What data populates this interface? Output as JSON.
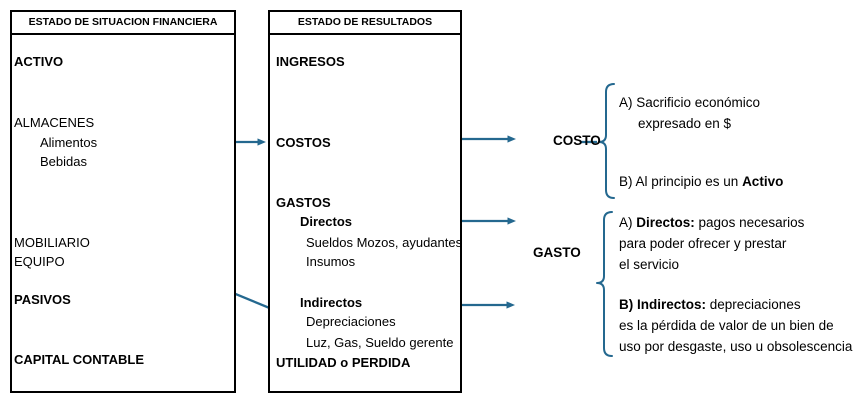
{
  "colors": {
    "accent_blue": "#24688F",
    "border_black": "#000000",
    "text_black": "#000000",
    "background": "#FFFFFF"
  },
  "financial_position_box": {
    "title": "ESTADO DE SITUACION FINANCIERA",
    "items": {
      "activo": "ACTIVO",
      "almacenes": "ALMACENES",
      "alimentos": "Alimentos",
      "bebidas": "Bebidas",
      "mobiliario": "MOBILIARIO",
      "equipo": "EQUIPO",
      "pasivos": "PASIVOS",
      "capital_contable": "CAPITAL CONTABLE"
    }
  },
  "income_statement_box": {
    "title": "ESTADO DE RESULTADOS",
    "items": {
      "ingresos": "INGRESOS",
      "costos": "COSTOS",
      "gastos": "GASTOS",
      "directos": "Directos",
      "sueldos": "Sueldos Mozos, ayudantes",
      "insumos": "Insumos",
      "indirectos": "Indirectos",
      "depreciaciones": "Depreciaciones",
      "luz_gas": "Luz, Gas, Sueldo gerente",
      "utilidad": "UTILIDAD o PERDIDA"
    }
  },
  "costo_section": {
    "label": "COSTO",
    "item_a_line1": "A) Sacrificio económico",
    "item_a_line2": "expresado en $",
    "item_b_prefix": "B) Al principio es un ",
    "item_b_bold": "Activo"
  },
  "gasto_section": {
    "label": "GASTO",
    "item_a_prefix": "A) ",
    "item_a_bold": "Directos:",
    "item_a_rest": " pagos necesarios",
    "item_a_line2": "para poder ofrecer y prestar",
    "item_a_line3": "el servicio",
    "item_b_bold": "B) Indirectos:",
    "item_b_rest": " depreciaciones",
    "item_b_line2": "es la pérdida de valor de un bien de",
    "item_b_line3": "uso por desgaste, uso u obsolescencia"
  }
}
